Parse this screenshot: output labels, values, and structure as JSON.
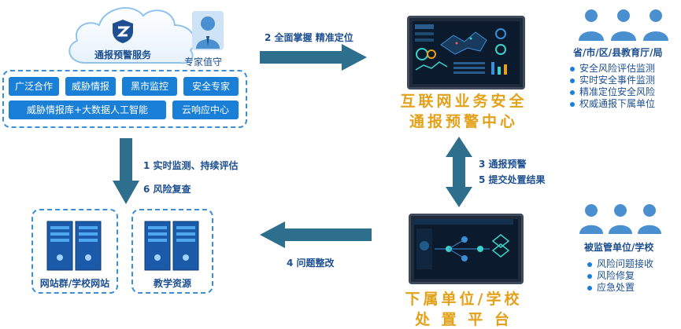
{
  "cloud_service": {
    "label": "通报预警服务",
    "expert_label": "专家值守",
    "capabilities": [
      "广泛合作",
      "威胁情报",
      "黑市监控",
      "安全专家",
      "威胁情报库+大数据人工智能",
      "云响应中心"
    ]
  },
  "steps": {
    "step2": "2 全面掌握 精准定位",
    "step1": "1 实时监测、持续评估",
    "step6": "6 风险复查",
    "step3": "3 通报预警",
    "step5": "5 提交处置结果",
    "step4": "4 问题整改"
  },
  "center_top": {
    "title_line1": "互联网业务安全",
    "title_line2": "通报预警中心"
  },
  "center_bottom": {
    "title_line1": "下属单位/学校",
    "title_line2": "处 置 平 台"
  },
  "right_top": {
    "title": "省/市/区/县教育厅/局",
    "items": [
      "安全风险评估监测",
      "实时安全事件监测",
      "精准定位安全风险",
      "权威通报下属单位"
    ]
  },
  "right_bottom": {
    "title": "被监管单位/学校",
    "items": [
      "风险问题接收",
      "风险修复",
      "应急处置"
    ]
  },
  "servers": [
    {
      "label": "网站群/学校网站"
    },
    {
      "label": "教学资源"
    }
  ],
  "colors": {
    "accent": "#1a7fd6",
    "arrow": "#2e6f8e",
    "title_gold": "#e3a11a",
    "text_blue": "#1d4f91"
  }
}
